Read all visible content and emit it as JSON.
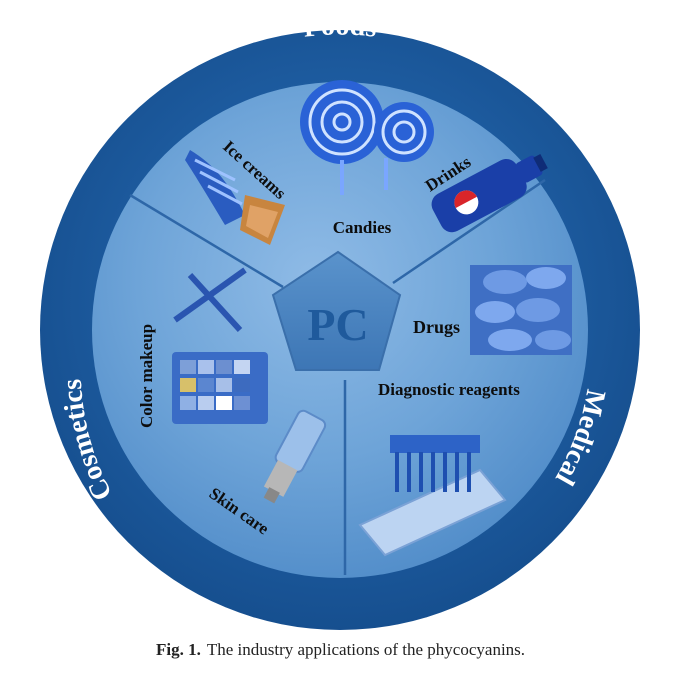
{
  "figure": {
    "center": "PC",
    "ring": {
      "top": "Foods",
      "right": "Medical",
      "left": "Cosmetics"
    },
    "items": {
      "ice_creams": "Ice creams",
      "candies": "Candies",
      "drinks": "Drinks",
      "drugs": "Drugs",
      "diagnostic_reagents": "Diagnostic reagents",
      "color_makeup": "Color makeup",
      "skin_care": "Skin care"
    },
    "colors": {
      "outer_ring": "#1c5fa6",
      "inner_disc": "#5f9ad2",
      "pentagon": "#4d86c2"
    }
  },
  "caption": {
    "label": "Fig. 1.",
    "text": "The industry applications of the phycocyanins."
  }
}
